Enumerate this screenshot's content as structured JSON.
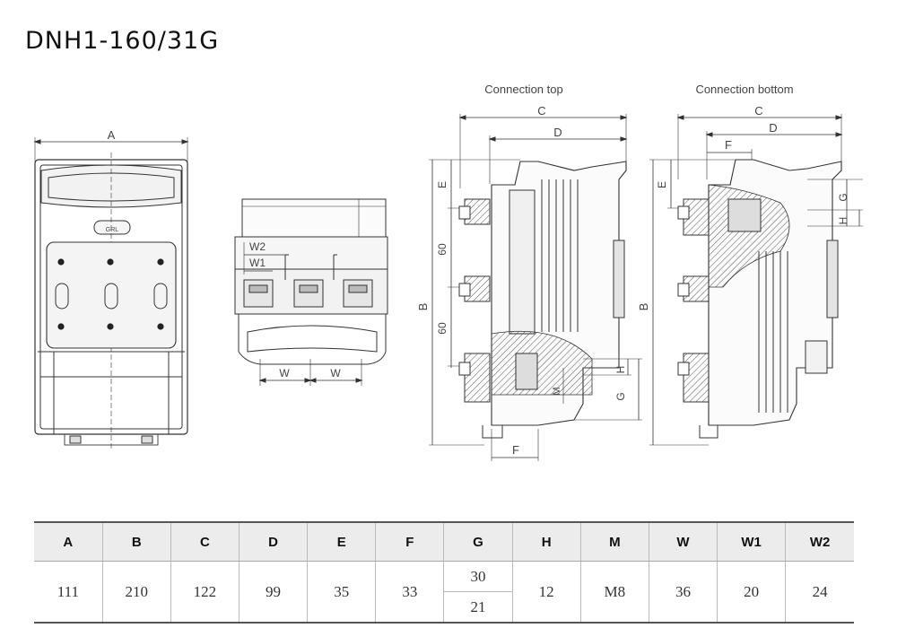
{
  "title": "DNH1-160/31G",
  "views": {
    "top_caption": "Connection top",
    "bottom_caption": "Connection bottom",
    "logo_text": "GRL"
  },
  "dim_labels": {
    "A": "A",
    "B": "B",
    "C": "C",
    "D": "D",
    "E": "E",
    "F": "F",
    "G": "G",
    "H": "H",
    "M": "M",
    "W": "W",
    "W1": "W1",
    "W2": "W2",
    "sixty": "60"
  },
  "table": {
    "headers": [
      "A",
      "B",
      "C",
      "D",
      "E",
      "F",
      "G",
      "H",
      "M",
      "W",
      "W1",
      "W2"
    ],
    "values": {
      "A": "111",
      "B": "210",
      "C": "122",
      "D": "99",
      "E": "35",
      "F": "33",
      "G_top": "30",
      "G_bottom": "21",
      "H": "12",
      "M": "M8",
      "W": "36",
      "W1": "20",
      "W2": "24"
    }
  }
}
